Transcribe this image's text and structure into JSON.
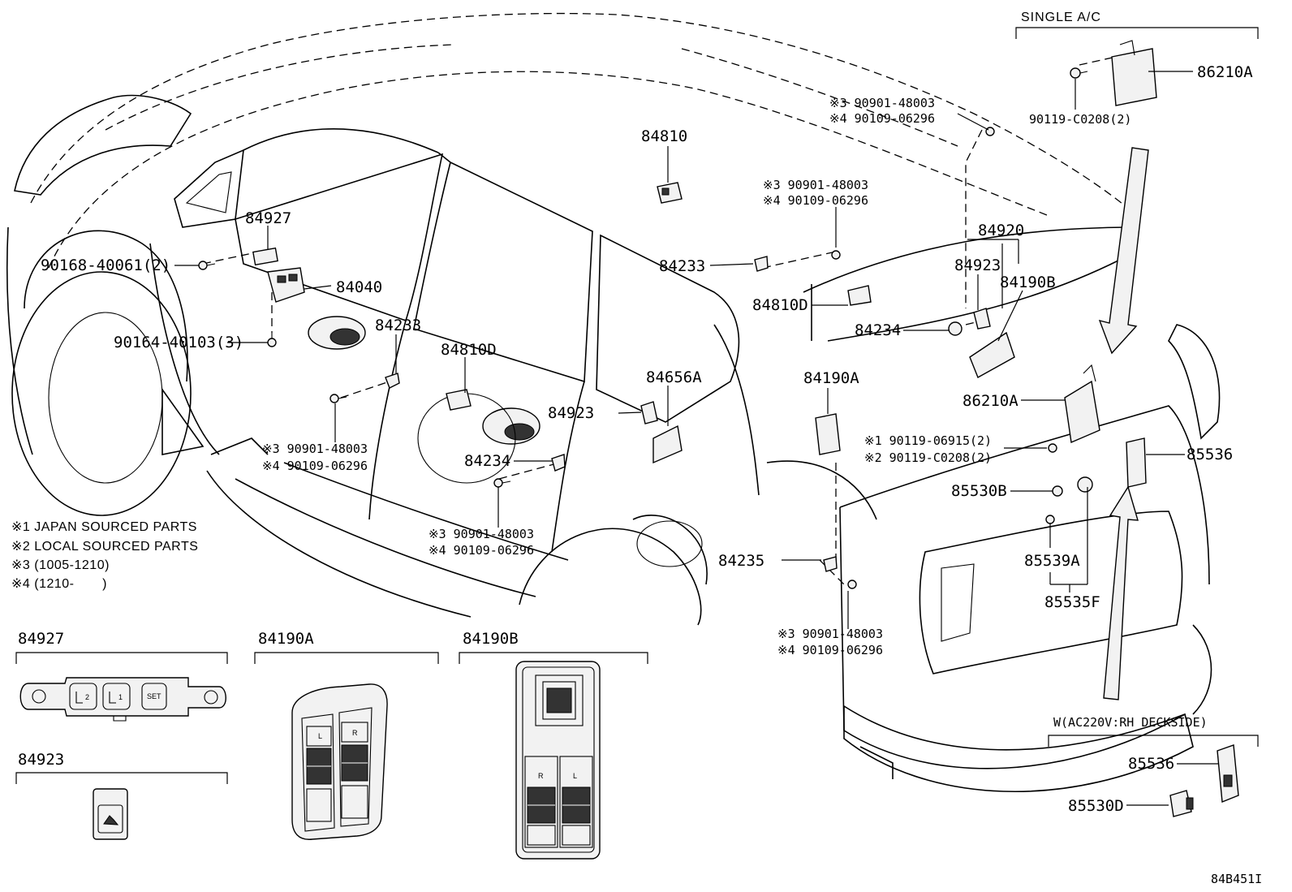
{
  "diagram": {
    "callouts": [
      {
        "id": "84927",
        "text": "84927"
      },
      {
        "id": "84040",
        "text": "84040"
      },
      {
        "id": "90168",
        "text": "90168-40061(2)"
      },
      {
        "id": "90164",
        "text": "90164-40103(3)"
      },
      {
        "id": "84810",
        "text": "84810"
      },
      {
        "id": "84233a",
        "text": "84233"
      },
      {
        "id": "84233b",
        "text": "84233"
      },
      {
        "id": "84810D-a",
        "text": "84810D"
      },
      {
        "id": "84810D-b",
        "text": "84810D"
      },
      {
        "id": "84656A",
        "text": "84656A"
      },
      {
        "id": "84923a",
        "text": "84923"
      },
      {
        "id": "84923b",
        "text": "84923"
      },
      {
        "id": "84234a",
        "text": "84234"
      },
      {
        "id": "84234b",
        "text": "84234"
      },
      {
        "id": "84920",
        "text": "84920"
      },
      {
        "id": "84190B",
        "text": "84190B"
      },
      {
        "id": "84190A",
        "text": "84190A"
      },
      {
        "id": "86210A-a",
        "text": "86210A"
      },
      {
        "id": "86210A-b",
        "text": "86210A"
      },
      {
        "id": "85536",
        "text": "85536"
      },
      {
        "id": "85530B",
        "text": "85530B"
      },
      {
        "id": "85539A",
        "text": "85539A"
      },
      {
        "id": "85535F",
        "text": "85535F"
      },
      {
        "id": "84235",
        "text": "84235"
      },
      {
        "id": "90119-C0208",
        "text": "90119-C0208(2)"
      }
    ],
    "screw_labels": {
      "s3": "※3 90901-48003",
      "s4": "※4 90109-06296",
      "s1_06915": "※1 90119-06915(2)",
      "s2_c0208": "※2 90119-C0208(2)"
    },
    "single_ac": "SINGLE A/C",
    "notes": [
      "※1 JAPAN SOURCED PARTS",
      "※2 LOCAL SOURCED PARTS",
      "※3 (1005-1210)",
      "※4 (1210-       )"
    ],
    "insets": {
      "i84927": "84927",
      "i84923": "84923",
      "i84190A": "84190A",
      "i84190B": "84190B",
      "w_ac": "W(AC220V:RH DECKSIDE)",
      "w_85536": "85536",
      "w_85530D": "85530D"
    },
    "switch_marks": {
      "m2": "2",
      "m1": "1",
      "set": "SET",
      "L": "L",
      "R": "R"
    },
    "figure_id": "84B451I"
  }
}
